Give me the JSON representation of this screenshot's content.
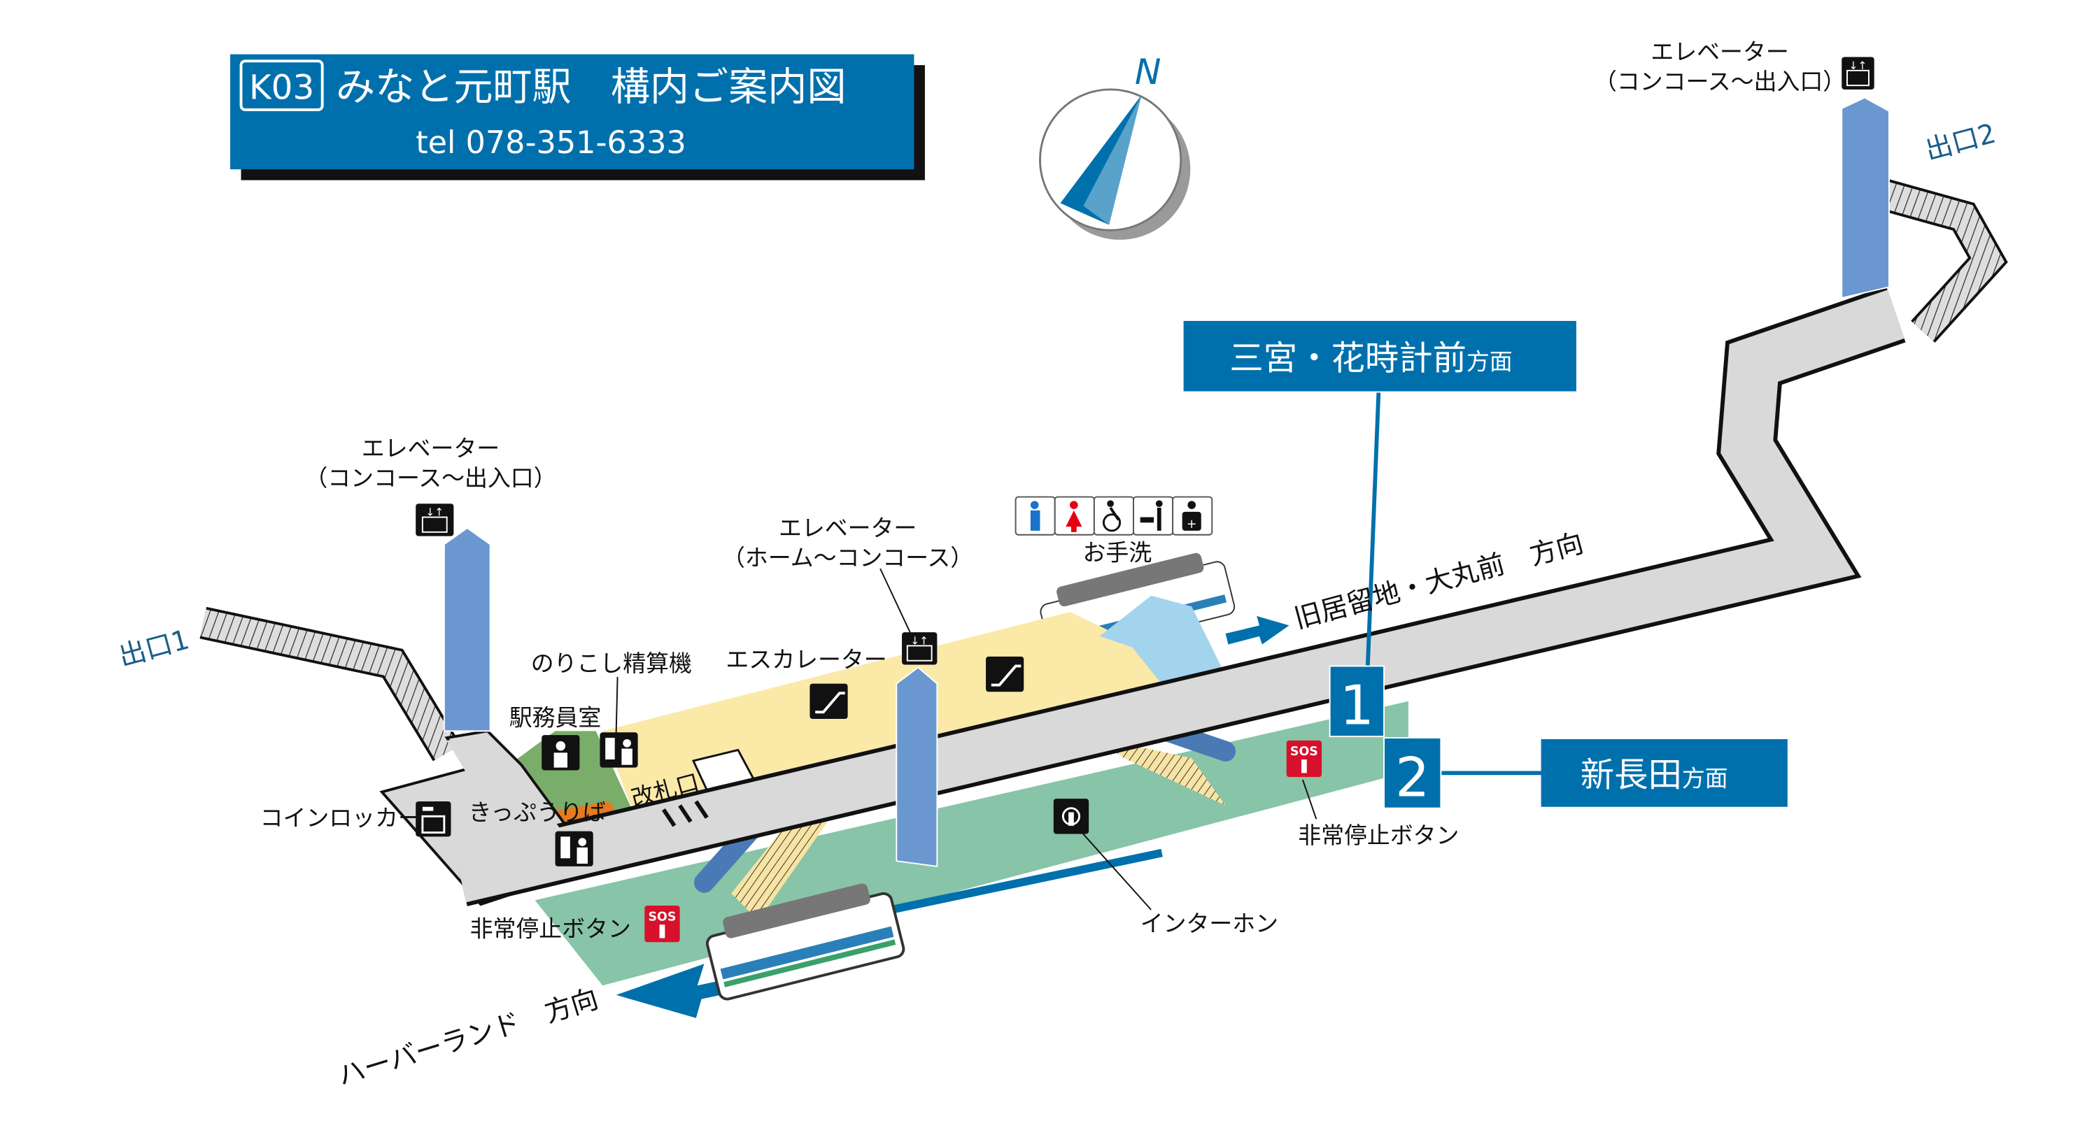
{
  "title": {
    "station_code": "K03",
    "station_name": "みなと元町駅　構内ご案内図",
    "tel": "tel 078-351-6333"
  },
  "compass": {
    "north_label": "N"
  },
  "colors": {
    "brand_blue": "#0070ad",
    "concourse_gray": "#d9d9d9",
    "platform_green": "#88c4a8",
    "concourse_yellow": "#fbe9a8",
    "elevator_blue": "#6b97d1",
    "sos_red": "#d7112b"
  },
  "exits": {
    "exit1": "出口1",
    "exit2": "出口2"
  },
  "labels": {
    "elevator_left": "エレベーター",
    "elevator_left_sub": "（コンコース～出入口）",
    "elevator_mid": "エレベーター",
    "elevator_mid_sub": "（ホーム～コンコース）",
    "elevator_right": "エレベーター",
    "elevator_right_sub": "（コンコース～出入口）",
    "fare_adjust": "のりこし精算機",
    "station_office": "駅務員室",
    "coin_locker": "コインロッカー",
    "ticket_office": "きっぷうりば",
    "ticket_gate": "改札口",
    "escalator": "エスカレーター",
    "restroom": "お手洗",
    "emergency_left": "非常停止ボタン",
    "emergency_right": "非常停止ボタン",
    "intercom": "インターホン",
    "sos": "SOS"
  },
  "directions": {
    "east": "旧居留地・大丸前　方向",
    "west": "ハーバーランド　方向"
  },
  "platforms": [
    {
      "number": "1",
      "destination": "三宮・花時計前",
      "suffix": "方面"
    },
    {
      "number": "2",
      "destination": "新長田",
      "suffix": "方面"
    }
  ],
  "restroom_icons": [
    "male-icon",
    "female-icon",
    "wheelchair-icon",
    "baby-changing-icon",
    "ostomate-icon"
  ]
}
